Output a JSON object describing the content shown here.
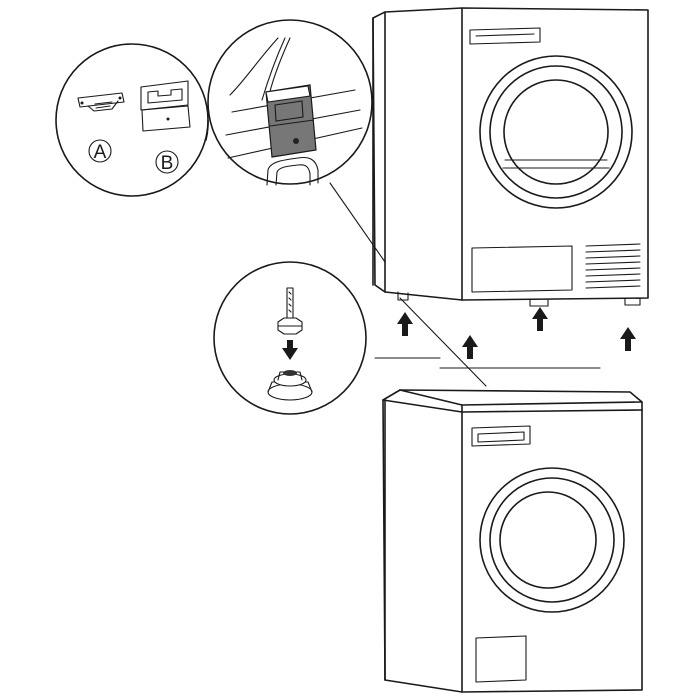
{
  "diagram": {
    "callout_labels": {
      "part_a": "A",
      "part_b": "B"
    },
    "colors": {
      "line": "#1a1a1a",
      "bracket_fill": "#777777",
      "background": "#ffffff"
    },
    "arrows": {
      "up_count": 4,
      "down_count": 1
    }
  }
}
